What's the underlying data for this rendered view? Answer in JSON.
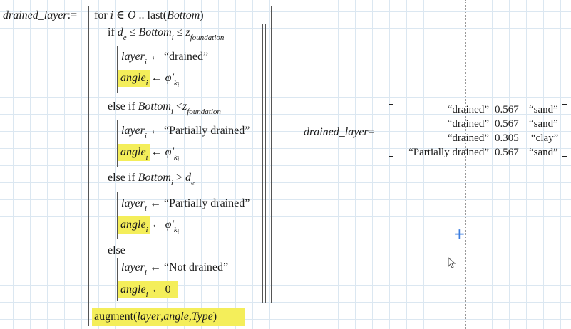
{
  "program": {
    "var_name": "drained_layer",
    "define_op": ":=",
    "for_kw": "for",
    "iter_var": "i",
    "in_sym": "∈",
    "range_start": "O",
    "range_dots": "..",
    "last_fn": "last",
    "range_arg": "Bottom",
    "if_kw": "if",
    "else_if_kw": "else if",
    "else_kw": "else",
    "d": "d",
    "d_sub": "e",
    "bottom": "Bottom",
    "z": "z",
    "z_sub": "foundation",
    "leq": "≤",
    "lt": "<",
    "gt": ">",
    "arrow": "←",
    "layer_var": "layer",
    "angle_var": "angle",
    "phi": "φ'",
    "phi_sub": "k",
    "drained": "“drained”",
    "partially_drained": "“Partially drained”",
    "not_drained": "“Not drained”",
    "zero": "0",
    "augment": "augment",
    "type_arg": "Type",
    "lparen": "(",
    "rparen": ")",
    "comma": ","
  },
  "result": {
    "var_name": "drained_layer",
    "eq": "=",
    "rows": [
      [
        "“drained”",
        "0.567",
        "“sand”"
      ],
      [
        "“drained”",
        "0.567",
        "“sand”"
      ],
      [
        "“drained”",
        "0.305",
        "“clay”"
      ],
      [
        "“Partially drained”",
        "0.567",
        "“sand”"
      ]
    ]
  },
  "colors": {
    "highlight": "#f4ee5a",
    "grid": "#dbe7f1",
    "cursor": "#3b7de0"
  }
}
